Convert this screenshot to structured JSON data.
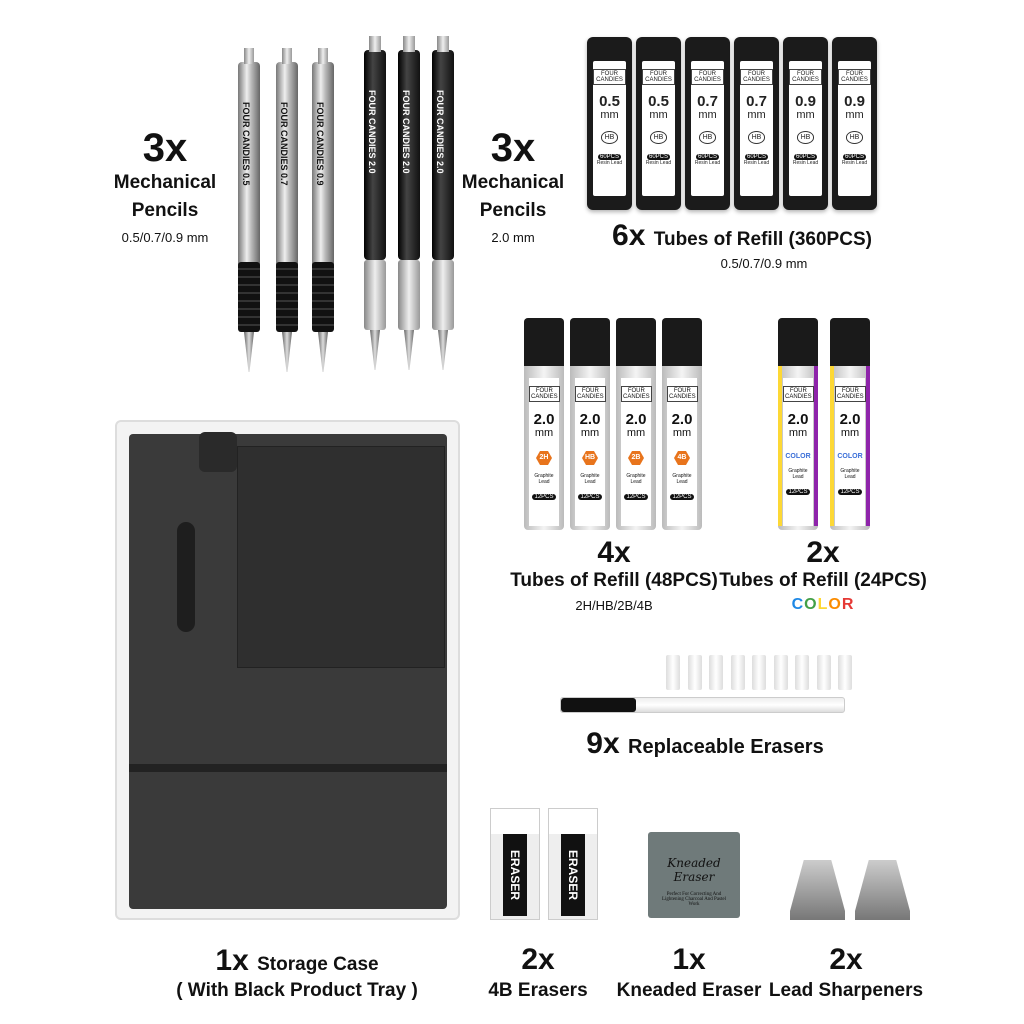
{
  "mech_pencils_metal": {
    "qty": "3x",
    "title1": "Mechanical",
    "title2": "Pencils",
    "spec": "0.5/0.7/0.9 mm",
    "labels": [
      "FOUR CANDIES 0.5",
      "FOUR CANDIES 0.7",
      "FOUR CANDIES 0.9"
    ]
  },
  "mech_pencils_black": {
    "qty": "3x",
    "title1": "Mechanical",
    "title2": "Pencils",
    "spec": "2.0 mm",
    "labels": [
      "FOUR CANDIES 2.0",
      "FOUR CANDIES 2.0",
      "FOUR CANDIES 2.0"
    ]
  },
  "refill_resin": {
    "qty": "6x",
    "title": "Tubes of Refill (360PCS)",
    "spec": "0.5/0.7/0.9 mm",
    "tubes": [
      {
        "size": "0.5",
        "unit": "mm",
        "grade": "HB",
        "brand": "FOUR CANDIES",
        "pcs": "60PCS",
        "type": "Resin Lead"
      },
      {
        "size": "0.5",
        "unit": "mm",
        "grade": "HB",
        "brand": "FOUR CANDIES",
        "pcs": "60PCS",
        "type": "Resin Lead"
      },
      {
        "size": "0.7",
        "unit": "mm",
        "grade": "HB",
        "brand": "FOUR CANDIES",
        "pcs": "60PCS",
        "type": "Resin Lead"
      },
      {
        "size": "0.7",
        "unit": "mm",
        "grade": "HB",
        "brand": "FOUR CANDIES",
        "pcs": "60PCS",
        "type": "Resin Lead"
      },
      {
        "size": "0.9",
        "unit": "mm",
        "grade": "HB",
        "brand": "FOUR CANDIES",
        "pcs": "60PCS",
        "type": "Resin Lead"
      },
      {
        "size": "0.9",
        "unit": "mm",
        "grade": "HB",
        "brand": "FOUR CANDIES",
        "pcs": "60PCS",
        "type": "Resin Lead"
      }
    ]
  },
  "refill_graphite": {
    "qty": "4x",
    "title": "Tubes of Refill (48PCS)",
    "spec": "2H/HB/2B/4B",
    "tubes": [
      {
        "size": "2.0",
        "unit": "mm",
        "grade": "2H",
        "brand": "FOUR CANDIES",
        "pcs": "12PCS",
        "type": "Graphite Lead"
      },
      {
        "size": "2.0",
        "unit": "mm",
        "grade": "HB",
        "brand": "FOUR CANDIES",
        "pcs": "12PCS",
        "type": "Graphite Lead"
      },
      {
        "size": "2.0",
        "unit": "mm",
        "grade": "2B",
        "brand": "FOUR CANDIES",
        "pcs": "12PCS",
        "type": "Graphite Lead"
      },
      {
        "size": "2.0",
        "unit": "mm",
        "grade": "4B",
        "brand": "FOUR CANDIES",
        "pcs": "12PCS",
        "type": "Graphite Lead"
      }
    ]
  },
  "refill_color": {
    "qty": "2x",
    "title": "Tubes of Refill (24PCS)",
    "spec": "COLOR",
    "tubes": [
      {
        "size": "2.0",
        "unit": "mm",
        "grade": "COLOR",
        "brand": "FOUR CANDIES",
        "pcs": "12PCS",
        "type": "Graphite Lead"
      },
      {
        "size": "2.0",
        "unit": "mm",
        "grade": "COLOR",
        "brand": "FOUR CANDIES",
        "pcs": "12PCS",
        "type": "Graphite Lead"
      }
    ],
    "rainbow": [
      "#e53935",
      "#fb8c00",
      "#fdd835",
      "#43a047",
      "#1e88e5",
      "#8e24aa"
    ]
  },
  "erasers_replaceable": {
    "qty": "9x",
    "title": "Replaceable Erasers"
  },
  "storage_case": {
    "qty": "1x",
    "title": "Storage Case",
    "subtitle": "( With Black Product Tray )"
  },
  "erasers_4b": {
    "qty": "2x",
    "title": "4B Erasers",
    "label": "ERASER"
  },
  "kneaded": {
    "qty": "1x",
    "title": "Kneaded Eraser",
    "brand": "Kneaded Eraser",
    "desc": "Perfect For Correcting And Lightening Charcoal And Pastel Work"
  },
  "sharpeners": {
    "qty": "2x",
    "title": "Lead Sharpeners"
  },
  "colors": {
    "orange": "#e8741c",
    "tube_black": "#1b1b1b",
    "tray": "#3a3a3a"
  }
}
